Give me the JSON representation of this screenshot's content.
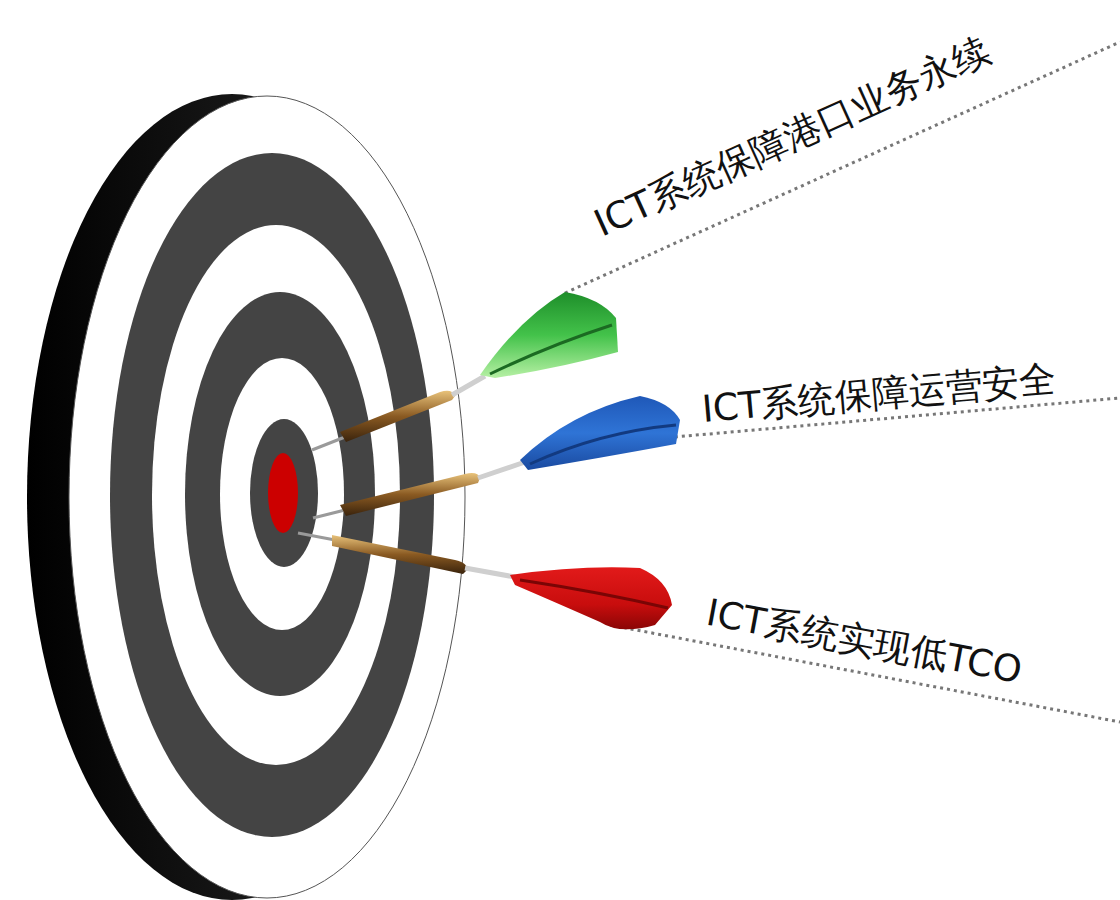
{
  "diagram": {
    "labels": [
      "ICT系统保障港口业务永续",
      "ICT系统保障运营安全",
      "ICT系统实现低TCO"
    ]
  }
}
